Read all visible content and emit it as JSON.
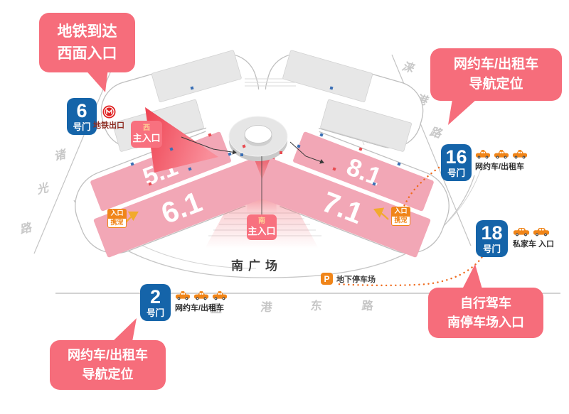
{
  "callouts": {
    "top_left": {
      "line1": "地铁到达",
      "line2": "西面入口"
    },
    "top_right": {
      "line1": "网约车/出租车",
      "line2": "导航定位"
    },
    "bottom_right": {
      "line1": "自行驾车",
      "line2": "南停车场入口"
    },
    "bottom_left": {
      "line1": "网约车/出租车",
      "line2": "导航定位"
    }
  },
  "gates": {
    "gate6": {
      "number": "6",
      "suffix": "号门",
      "note": "地铁出口"
    },
    "gate16": {
      "number": "16",
      "suffix": "号门",
      "note": "网约车/出租车"
    },
    "gate18": {
      "number": "18",
      "suffix": "号门",
      "note": "私家车 入口"
    },
    "gate2": {
      "number": "2",
      "suffix": "号门",
      "note": "网约车/出租车"
    }
  },
  "halls": {
    "h51": "5.1",
    "h61": "6.1",
    "h71": "7.1",
    "h81": "8.1"
  },
  "entrances": {
    "west": {
      "direction": "西",
      "label": "主入口"
    },
    "south": {
      "direction": "南",
      "label": "主入口"
    },
    "pet_left": {
      "line1": "入口",
      "line2": "携宠"
    },
    "pet_right": {
      "line1": "入口",
      "line2": "携宠"
    }
  },
  "plaza": {
    "label": "南广场"
  },
  "parking": {
    "icon": "P",
    "label": "地下停车场"
  },
  "roads": {
    "zhuguang": {
      "chars": [
        "诸",
        "光",
        "路"
      ]
    },
    "laigang": {
      "chars": [
        "涞",
        "港",
        "路"
      ]
    },
    "yinggang": {
      "chars": [
        "盈",
        "港",
        "东",
        "路"
      ]
    }
  },
  "icons": {
    "metro": "metro-logo-icon",
    "taxi": "taxi-icon",
    "car": "private-car-icon",
    "parking": "parking-p-icon"
  },
  "colors": {
    "accent_pink": "#f66d7b",
    "badge_blue": "#1564a9",
    "hall_pink": "#f2a7b6",
    "orange": "#f08519",
    "metro_red": "#e02020",
    "route_orange": "#ef6a1c"
  }
}
